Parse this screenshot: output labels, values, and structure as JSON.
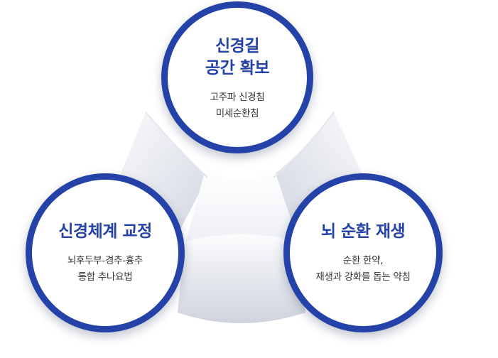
{
  "diagram": {
    "nodes": [
      {
        "id": "top",
        "title_lines": [
          "신경길",
          "공간 확보"
        ],
        "desc_lines": [
          "고주파 신경침",
          "미세순환침"
        ]
      },
      {
        "id": "left",
        "title_lines": [
          "신경체계 교정"
        ],
        "desc_lines": [
          "뇌후두부-경추-흉추",
          "통합 추나요법"
        ]
      },
      {
        "id": "right",
        "title_lines": [
          "뇌 순환 재생"
        ],
        "desc_lines": [
          "순환 한약,",
          "재생과 강화를 돕는 약침"
        ]
      }
    ],
    "colors": {
      "ring": "#2542a8",
      "title": "#2542a8",
      "desc": "#333333",
      "backdrop_light": "#f7f8fb",
      "backdrop_shade": "#cfd3de"
    }
  }
}
